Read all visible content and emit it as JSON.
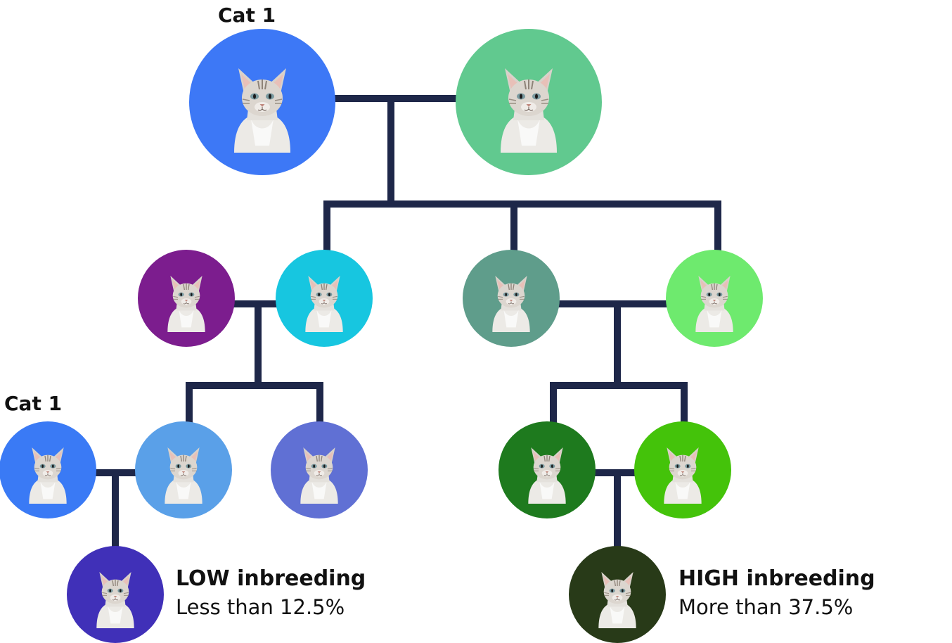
{
  "labels": {
    "top_cat": "Cat 1",
    "left_cat": "Cat 1"
  },
  "captions": {
    "low": {
      "title": "LOW inbreeding",
      "detail": "Less than 12.5%"
    },
    "high": {
      "title": "HIGH inbreeding",
      "detail": "More than 37.5%"
    }
  },
  "colors": {
    "connector": "#1e2749",
    "top_left": "#3d78f6",
    "top_right": "#61c98f",
    "mid_purple": "#7c1d8e",
    "mid_cyan": "#17c6e0",
    "mid_teal": "#5f9d8b",
    "mid_lightgreen": "#6eea6e",
    "bottom_blue": "#3a7af5",
    "bottom_lightblue": "#5aa0e8",
    "bottom_periwinkle": "#6070d4",
    "bottom_darkgreen": "#1e7a1e",
    "bottom_lime": "#44c30a",
    "child_low": "#4030b8",
    "child_high": "#283a18"
  }
}
